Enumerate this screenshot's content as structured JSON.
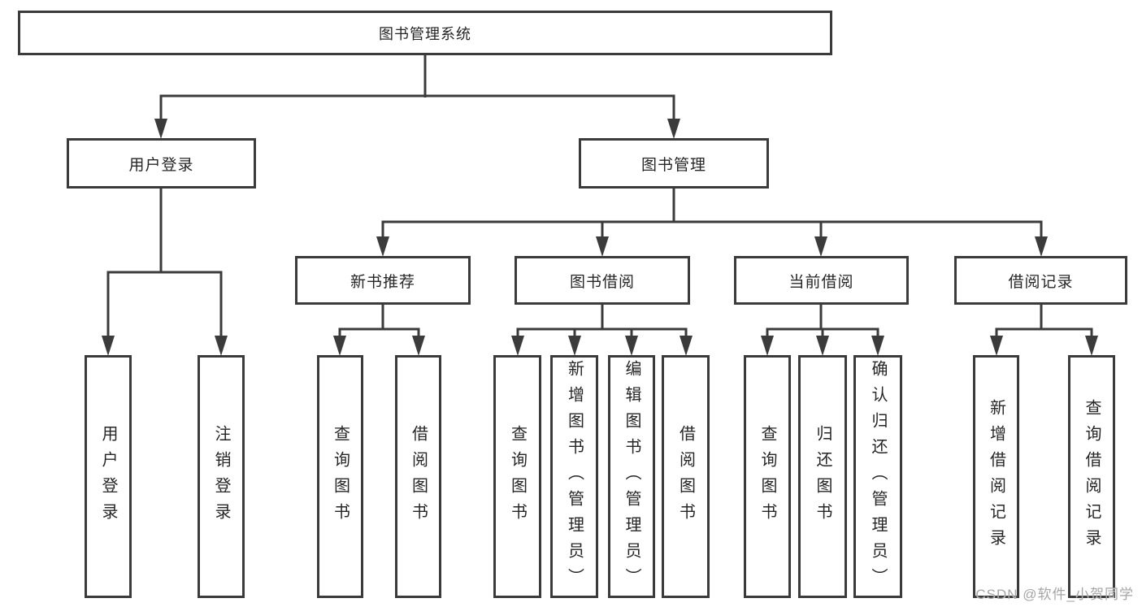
{
  "diagram": {
    "root": {
      "label": "图书管理系统"
    },
    "branches": [
      {
        "label": "用户登录",
        "leaves": [
          {
            "label": "用户登录"
          },
          {
            "label": "注销登录"
          }
        ]
      },
      {
        "label": "图书管理",
        "categories": [
          {
            "label": "新书推荐",
            "leaves": [
              {
                "label": "查询图书"
              },
              {
                "label": "借阅图书"
              }
            ]
          },
          {
            "label": "图书借阅",
            "leaves": [
              {
                "label": "查询图书"
              },
              {
                "label": "新增图书（管理员）"
              },
              {
                "label": "编辑图书（管理员）"
              },
              {
                "label": "借阅图书"
              }
            ]
          },
          {
            "label": "当前借阅",
            "leaves": [
              {
                "label": "查询图书"
              },
              {
                "label": "归还图书"
              },
              {
                "label": "确认归还（管理员）"
              }
            ]
          },
          {
            "label": "借阅记录",
            "leaves": [
              {
                "label": "新增借阅记录"
              },
              {
                "label": "查询借阅记录"
              }
            ]
          }
        ]
      }
    ]
  },
  "watermark": {
    "text": "CSDN @软件_小贺同学"
  },
  "colors": {
    "line": "#3b3b3b",
    "box_border": "#3b3b3b",
    "box_fill": "#ffffff",
    "text": "#262626",
    "watermark": "#a6a6a6"
  }
}
